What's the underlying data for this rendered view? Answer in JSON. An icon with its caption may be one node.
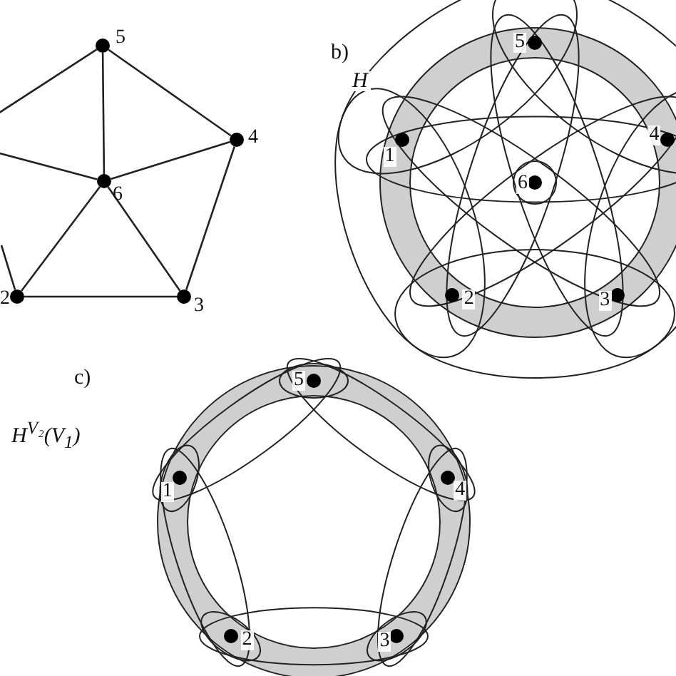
{
  "diagram": {
    "nodes": [
      {
        "text": [],
        "shape": "circle",
        "beside": [
          "5"
        ]
      },
      {
        "text": [],
        "shape": "circle",
        "beside": [
          "4"
        ]
      },
      {
        "text": [],
        "shape": "circle",
        "beside": [
          "6"
        ]
      },
      {
        "text": [],
        "shape": "circle",
        "beside": [
          "2"
        ]
      },
      {
        "text": [],
        "shape": "circle",
        "beside": [
          "3"
        ]
      },
      {
        "text": [],
        "shape": "circle",
        "beside": [
          "5"
        ]
      },
      {
        "text": [],
        "shape": "circle",
        "beside": [
          "1"
        ]
      },
      {
        "text": [],
        "shape": "circle",
        "beside": [
          "4"
        ]
      },
      {
        "text": [],
        "shape": "circle",
        "beside": [
          "6"
        ]
      },
      {
        "text": [],
        "shape": "circle",
        "beside": [
          "2"
        ]
      },
      {
        "text": [],
        "shape": "circle",
        "beside": [
          "3"
        ]
      },
      {
        "text": [],
        "shape": "circle",
        "beside": [
          "5"
        ]
      },
      {
        "text": [],
        "shape": "circle",
        "beside": [
          "1"
        ]
      },
      {
        "text": [],
        "shape": "circle",
        "beside": [
          "4"
        ]
      },
      {
        "text": [],
        "shape": "circle",
        "beside": [
          "2"
        ]
      },
      {
        "text": [],
        "shape": "circle",
        "beside": [
          "3"
        ]
      }
    ],
    "edges": [
      {
        "from": null,
        "to": 0,
        "arrow": "none"
      },
      {
        "from": 0,
        "to": 1,
        "arrow": "none"
      },
      {
        "from": 0,
        "to": 2,
        "arrow": "none"
      },
      {
        "from": null,
        "to": 2,
        "arrow": "none"
      },
      {
        "from": 1,
        "to": 2,
        "arrow": "none"
      },
      {
        "from": 1,
        "to": 4,
        "arrow": "none"
      },
      {
        "from": null,
        "to": 3,
        "arrow": "none"
      },
      {
        "from": 2,
        "to": 3,
        "arrow": "none"
      },
      {
        "from": 2,
        "to": 4,
        "arrow": "none"
      },
      {
        "from": 3,
        "to": 4,
        "arrow": "none"
      }
    ],
    "labels": [
      "b)",
      "H",
      "c)",
      "H$^{V₂}$(V$_{1}$)"
    ]
  }
}
